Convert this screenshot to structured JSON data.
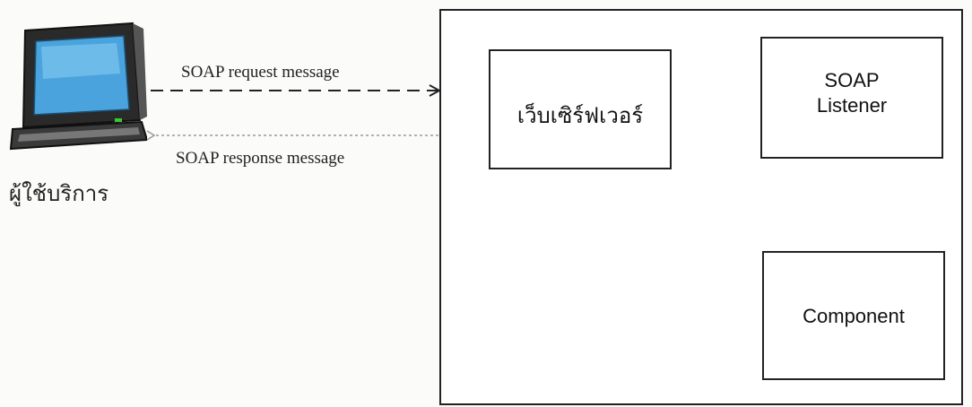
{
  "client": {
    "label": "ผู้ใช้บริการ",
    "icon": "desktop-computer-icon"
  },
  "messages": {
    "request": "SOAP request message",
    "response": "SOAP response message"
  },
  "server": {
    "web_server_label": "เว็บเซิร์ฟเวอร์",
    "soap_listener_line1": "SOAP",
    "soap_listener_line2": "Listener",
    "component_label": "Component"
  },
  "colors": {
    "line": "#222222",
    "line_light": "#9a9a9a",
    "screen": "#4aa3dc"
  }
}
